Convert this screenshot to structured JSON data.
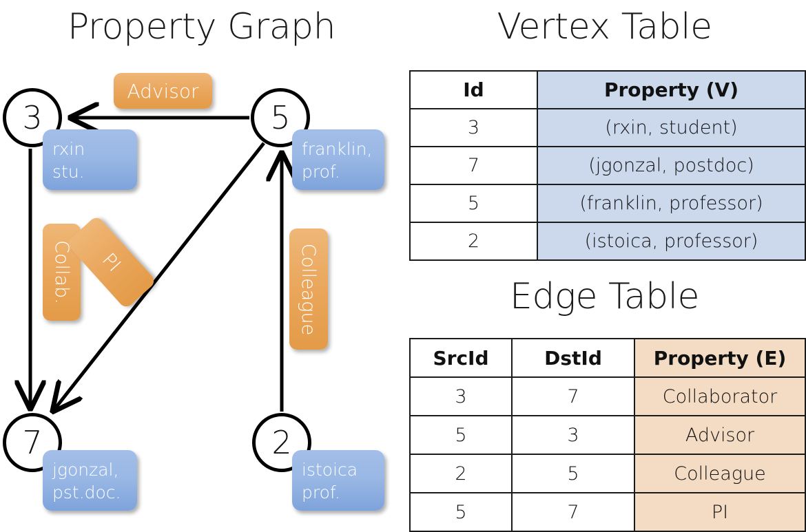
{
  "titles": {
    "property_graph": "Property Graph",
    "vertex_table": "Vertex Table",
    "edge_table": "Edge Table"
  },
  "graph": {
    "nodes": [
      {
        "id": "3",
        "name": "node-3",
        "prop_line1": "rxin",
        "prop_line2": "stu."
      },
      {
        "id": "5",
        "name": "node-5",
        "prop_line1": "franklin,",
        "prop_line2": "prof."
      },
      {
        "id": "7",
        "name": "node-7",
        "prop_line1": "jgonzal,",
        "prop_line2": "pst.doc."
      },
      {
        "id": "2",
        "name": "node-2",
        "prop_line1": "istoica",
        "prop_line2": "prof."
      }
    ],
    "edge_labels": [
      {
        "key": "advisor",
        "text": "Advisor"
      },
      {
        "key": "collab",
        "text": "Collab."
      },
      {
        "key": "pi",
        "text": "PI"
      },
      {
        "key": "colleague",
        "text": "Colleague"
      }
    ],
    "edges": [
      {
        "src": "5",
        "dst": "3",
        "label": "Advisor"
      },
      {
        "src": "3",
        "dst": "7",
        "label": "Collab."
      },
      {
        "src": "5",
        "dst": "7",
        "label": "PI"
      },
      {
        "src": "2",
        "dst": "5",
        "label": "Colleague"
      }
    ]
  },
  "vertex_table": {
    "headers": [
      "Id",
      "Property (V)"
    ],
    "rows": [
      {
        "id": "3",
        "property": "(rxin, student)"
      },
      {
        "id": "7",
        "property": "(jgonzal, postdoc)"
      },
      {
        "id": "5",
        "property": "(franklin, professor)"
      },
      {
        "id": "2",
        "property": "(istoica, professor)"
      }
    ]
  },
  "edge_table": {
    "headers": [
      "SrcId",
      "DstId",
      "Property (E)"
    ],
    "rows": [
      {
        "src": "3",
        "dst": "7",
        "property": "Collaborator"
      },
      {
        "src": "5",
        "dst": "3",
        "property": "Advisor"
      },
      {
        "src": "2",
        "dst": "5",
        "property": "Colleague"
      },
      {
        "src": "5",
        "dst": "7",
        "property": "PI"
      }
    ]
  },
  "colors": {
    "vertex_cell": "#ccd9ed",
    "edge_cell": "#f4dcc4",
    "vertex_badge": "#9ab8e5",
    "edge_badge": "#eaa65c",
    "stroke": "#000000",
    "background": "#ffffff"
  }
}
